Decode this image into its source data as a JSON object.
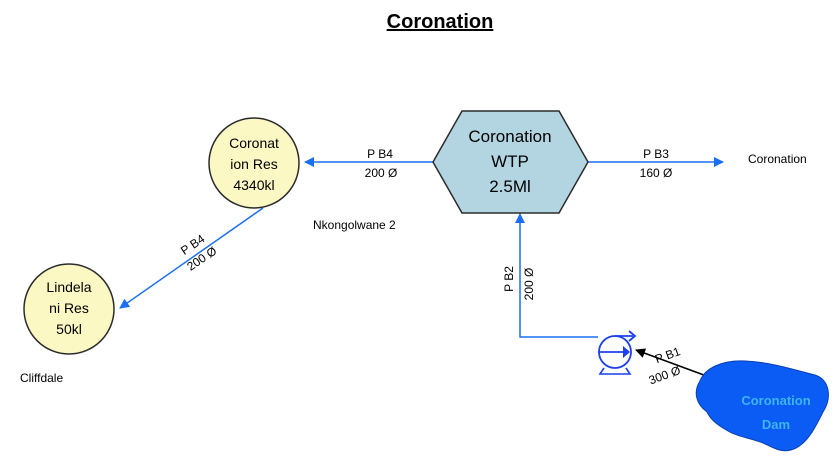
{
  "title": "Coronation",
  "colors": {
    "pipe": "#1c6ff2",
    "reservoir_fill": "#fbf8c4",
    "wtp_fill": "#b3d5e2",
    "dam_fill": "#0b5cf5",
    "dam_text": "#3fb4ef",
    "pump": "#1c3ff0",
    "outline": "#2b2b2b",
    "arrow_dark": "#000000"
  },
  "nodes": {
    "wtp": {
      "line1": "Coronation",
      "line2": "WTP",
      "line3": "2.5Ml"
    },
    "coronation_res": {
      "line1": "Coronat",
      "line2": "ion Res",
      "line3": "4340kl"
    },
    "lindelani_res": {
      "line1": "Lindela",
      "line2": "ni Res",
      "line3": "50kl"
    },
    "dam": {
      "line1": "Coronation",
      "line2": "Dam"
    }
  },
  "pipes": {
    "pb4_top": {
      "name": "P B4",
      "diameter": "200 Ø"
    },
    "pb3": {
      "name": "P B3",
      "diameter": "160 Ø"
    },
    "pb4_diag": {
      "name": "P B4",
      "diameter": "200 Ø"
    },
    "pb2": {
      "name": "P B2",
      "diameter": "200 Ø"
    },
    "pb1": {
      "name": "P B1",
      "diameter": "300 Ø"
    }
  },
  "places": {
    "coronation": "Coronation",
    "nkongolwane": "Nkongolwane 2",
    "cliffdale": "Cliffdale"
  },
  "icons": {
    "pump": "pump-icon"
  }
}
